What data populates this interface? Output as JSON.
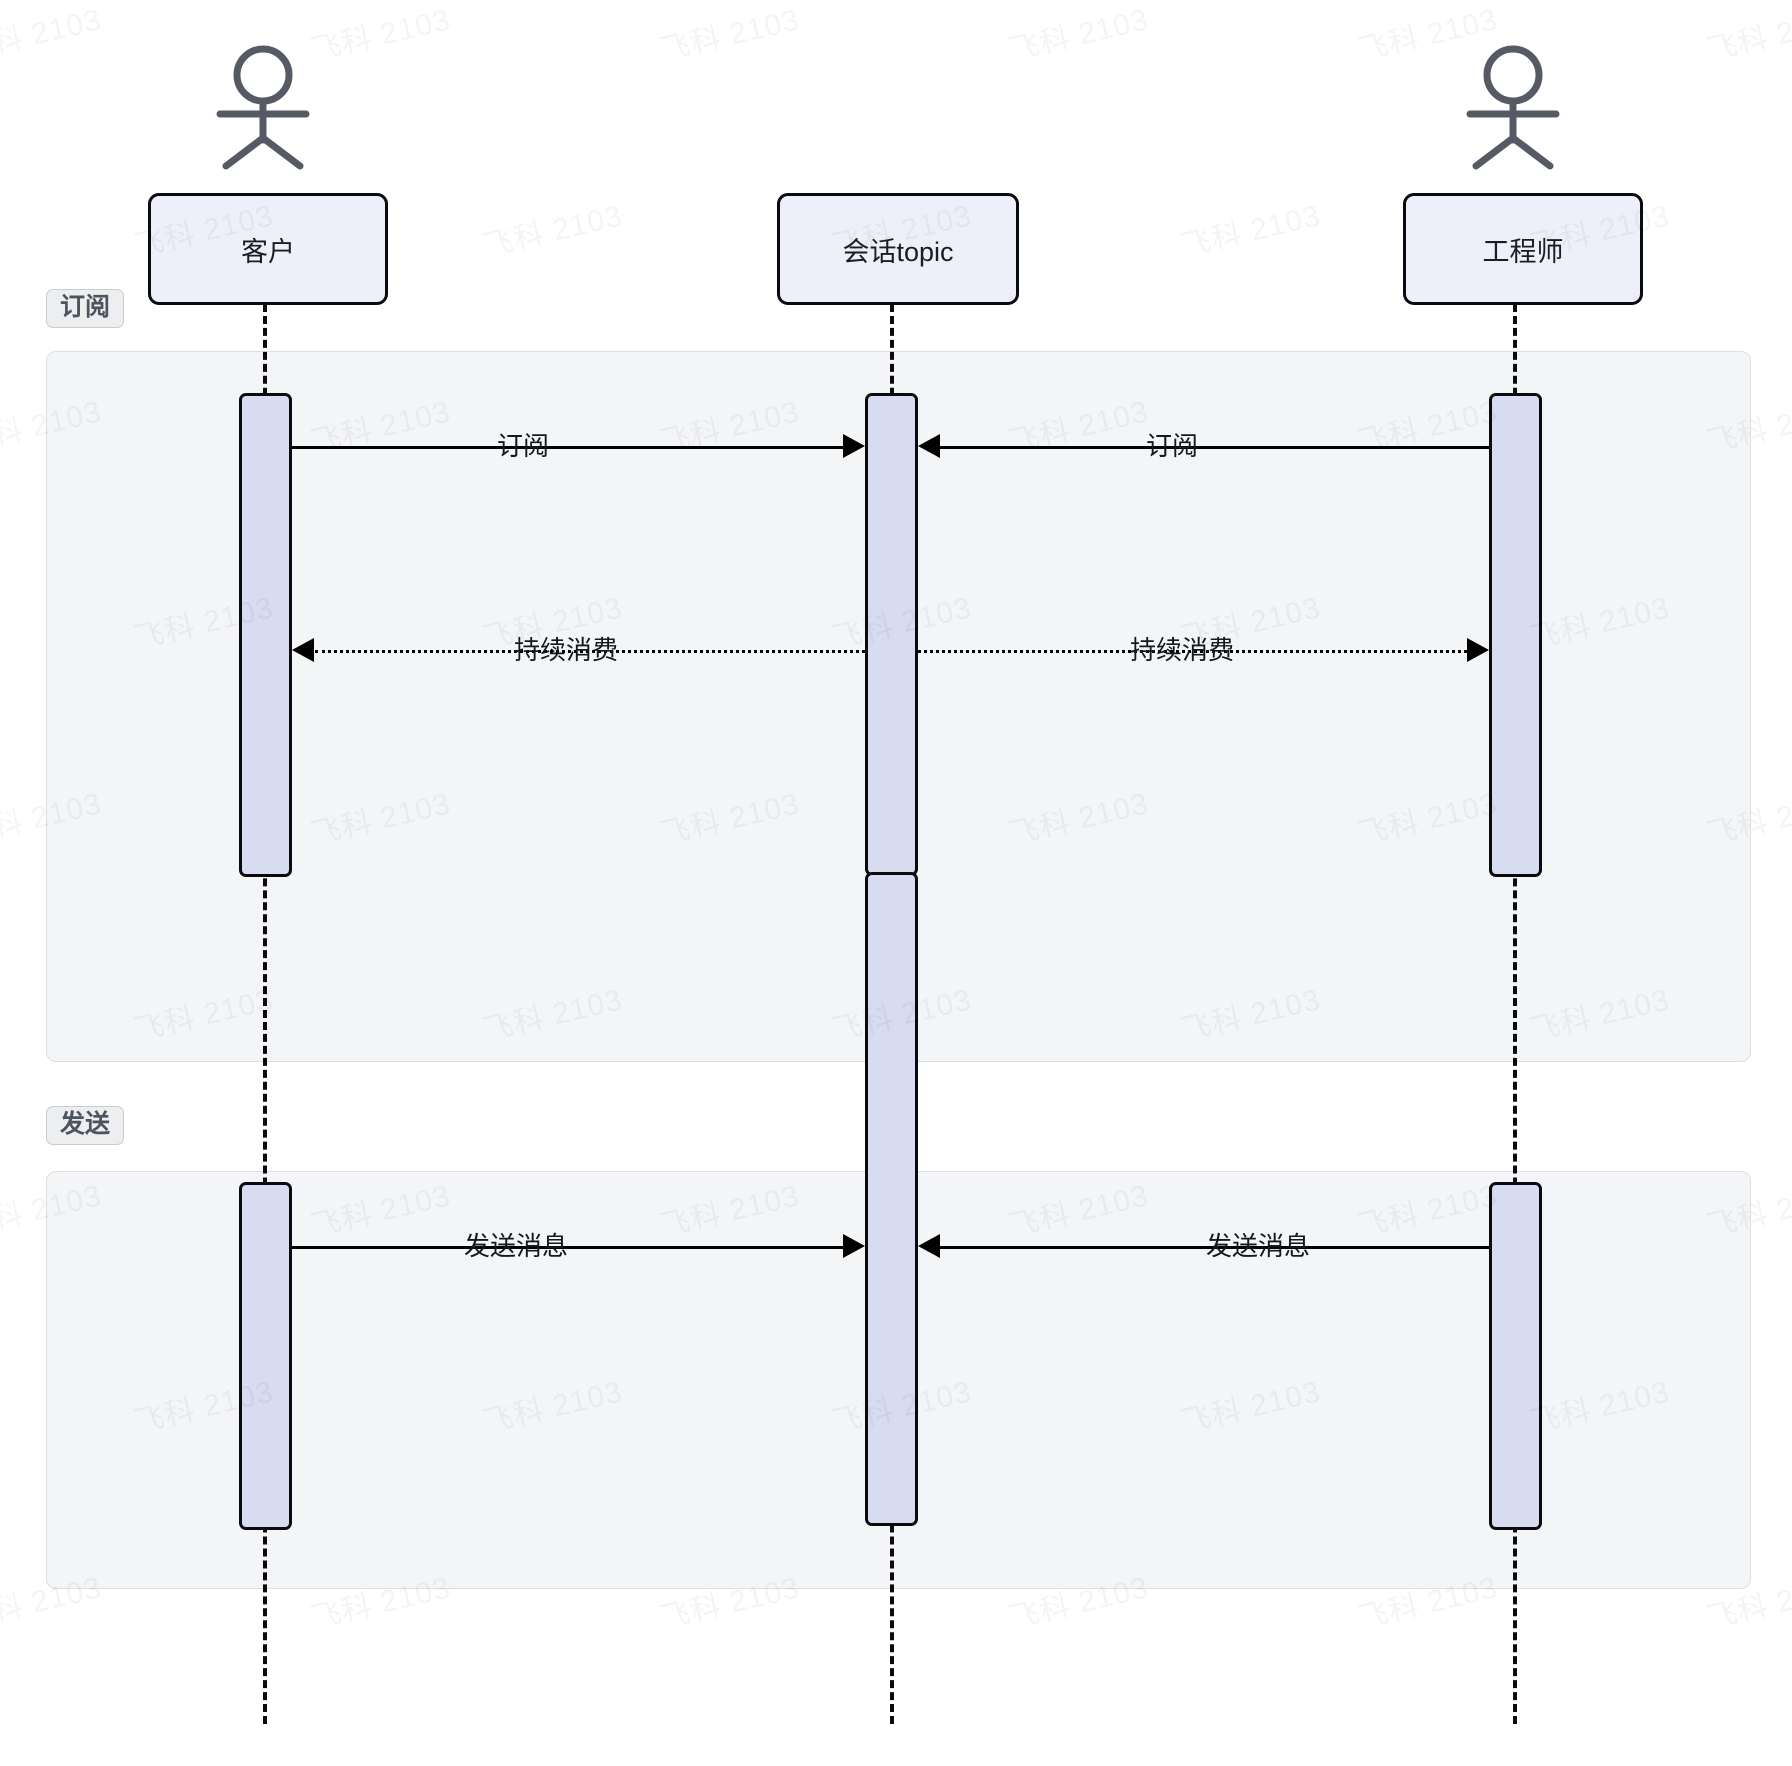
{
  "diagram": {
    "type": "sequence-diagram",
    "title": "",
    "watermark_text": "飞科 2103",
    "colors": {
      "participant_fill": "#edf0fa",
      "participant_border": "#0b0b0f",
      "activation_fill": "#d7dcf0",
      "activation_border": "#0b0b0f",
      "fragment_fill": "#f4f5f7",
      "fragment_border": "#dcdee2",
      "fragment_label_fill": "#eceef0",
      "fragment_label_text": "#4e545e",
      "line": "#000000",
      "actor_icon": "#555a64",
      "background": "#ffffff"
    }
  },
  "participants": [
    {
      "id": "customer",
      "label": "客户",
      "icon": "actor-stick-figure",
      "has_actor_icon": true
    },
    {
      "id": "topic",
      "label": "会话topic",
      "icon": "none",
      "has_actor_icon": false
    },
    {
      "id": "engineer",
      "label": "工程师",
      "icon": "actor-stick-figure",
      "has_actor_icon": true
    }
  ],
  "fragments": [
    {
      "id": "subscribe",
      "label": "订阅"
    },
    {
      "id": "send",
      "label": "发送"
    }
  ],
  "messages": [
    {
      "id": "m1",
      "label": "订阅",
      "from": "customer",
      "to": "topic",
      "style": "solid",
      "direction": "right",
      "fragment": "subscribe"
    },
    {
      "id": "m2",
      "label": "订阅",
      "from": "engineer",
      "to": "topic",
      "style": "solid",
      "direction": "left",
      "fragment": "subscribe"
    },
    {
      "id": "m3",
      "label": "持续消费",
      "from": "topic",
      "to": "customer",
      "style": "dotted",
      "direction": "left",
      "fragment": "subscribe"
    },
    {
      "id": "m4",
      "label": "持续消费",
      "from": "topic",
      "to": "engineer",
      "style": "dotted",
      "direction": "right",
      "fragment": "subscribe"
    },
    {
      "id": "m5",
      "label": "发送消息",
      "from": "customer",
      "to": "topic",
      "style": "solid",
      "direction": "right",
      "fragment": "send"
    },
    {
      "id": "m6",
      "label": "发送消息",
      "from": "engineer",
      "to": "topic",
      "style": "solid",
      "direction": "left",
      "fragment": "send"
    }
  ]
}
